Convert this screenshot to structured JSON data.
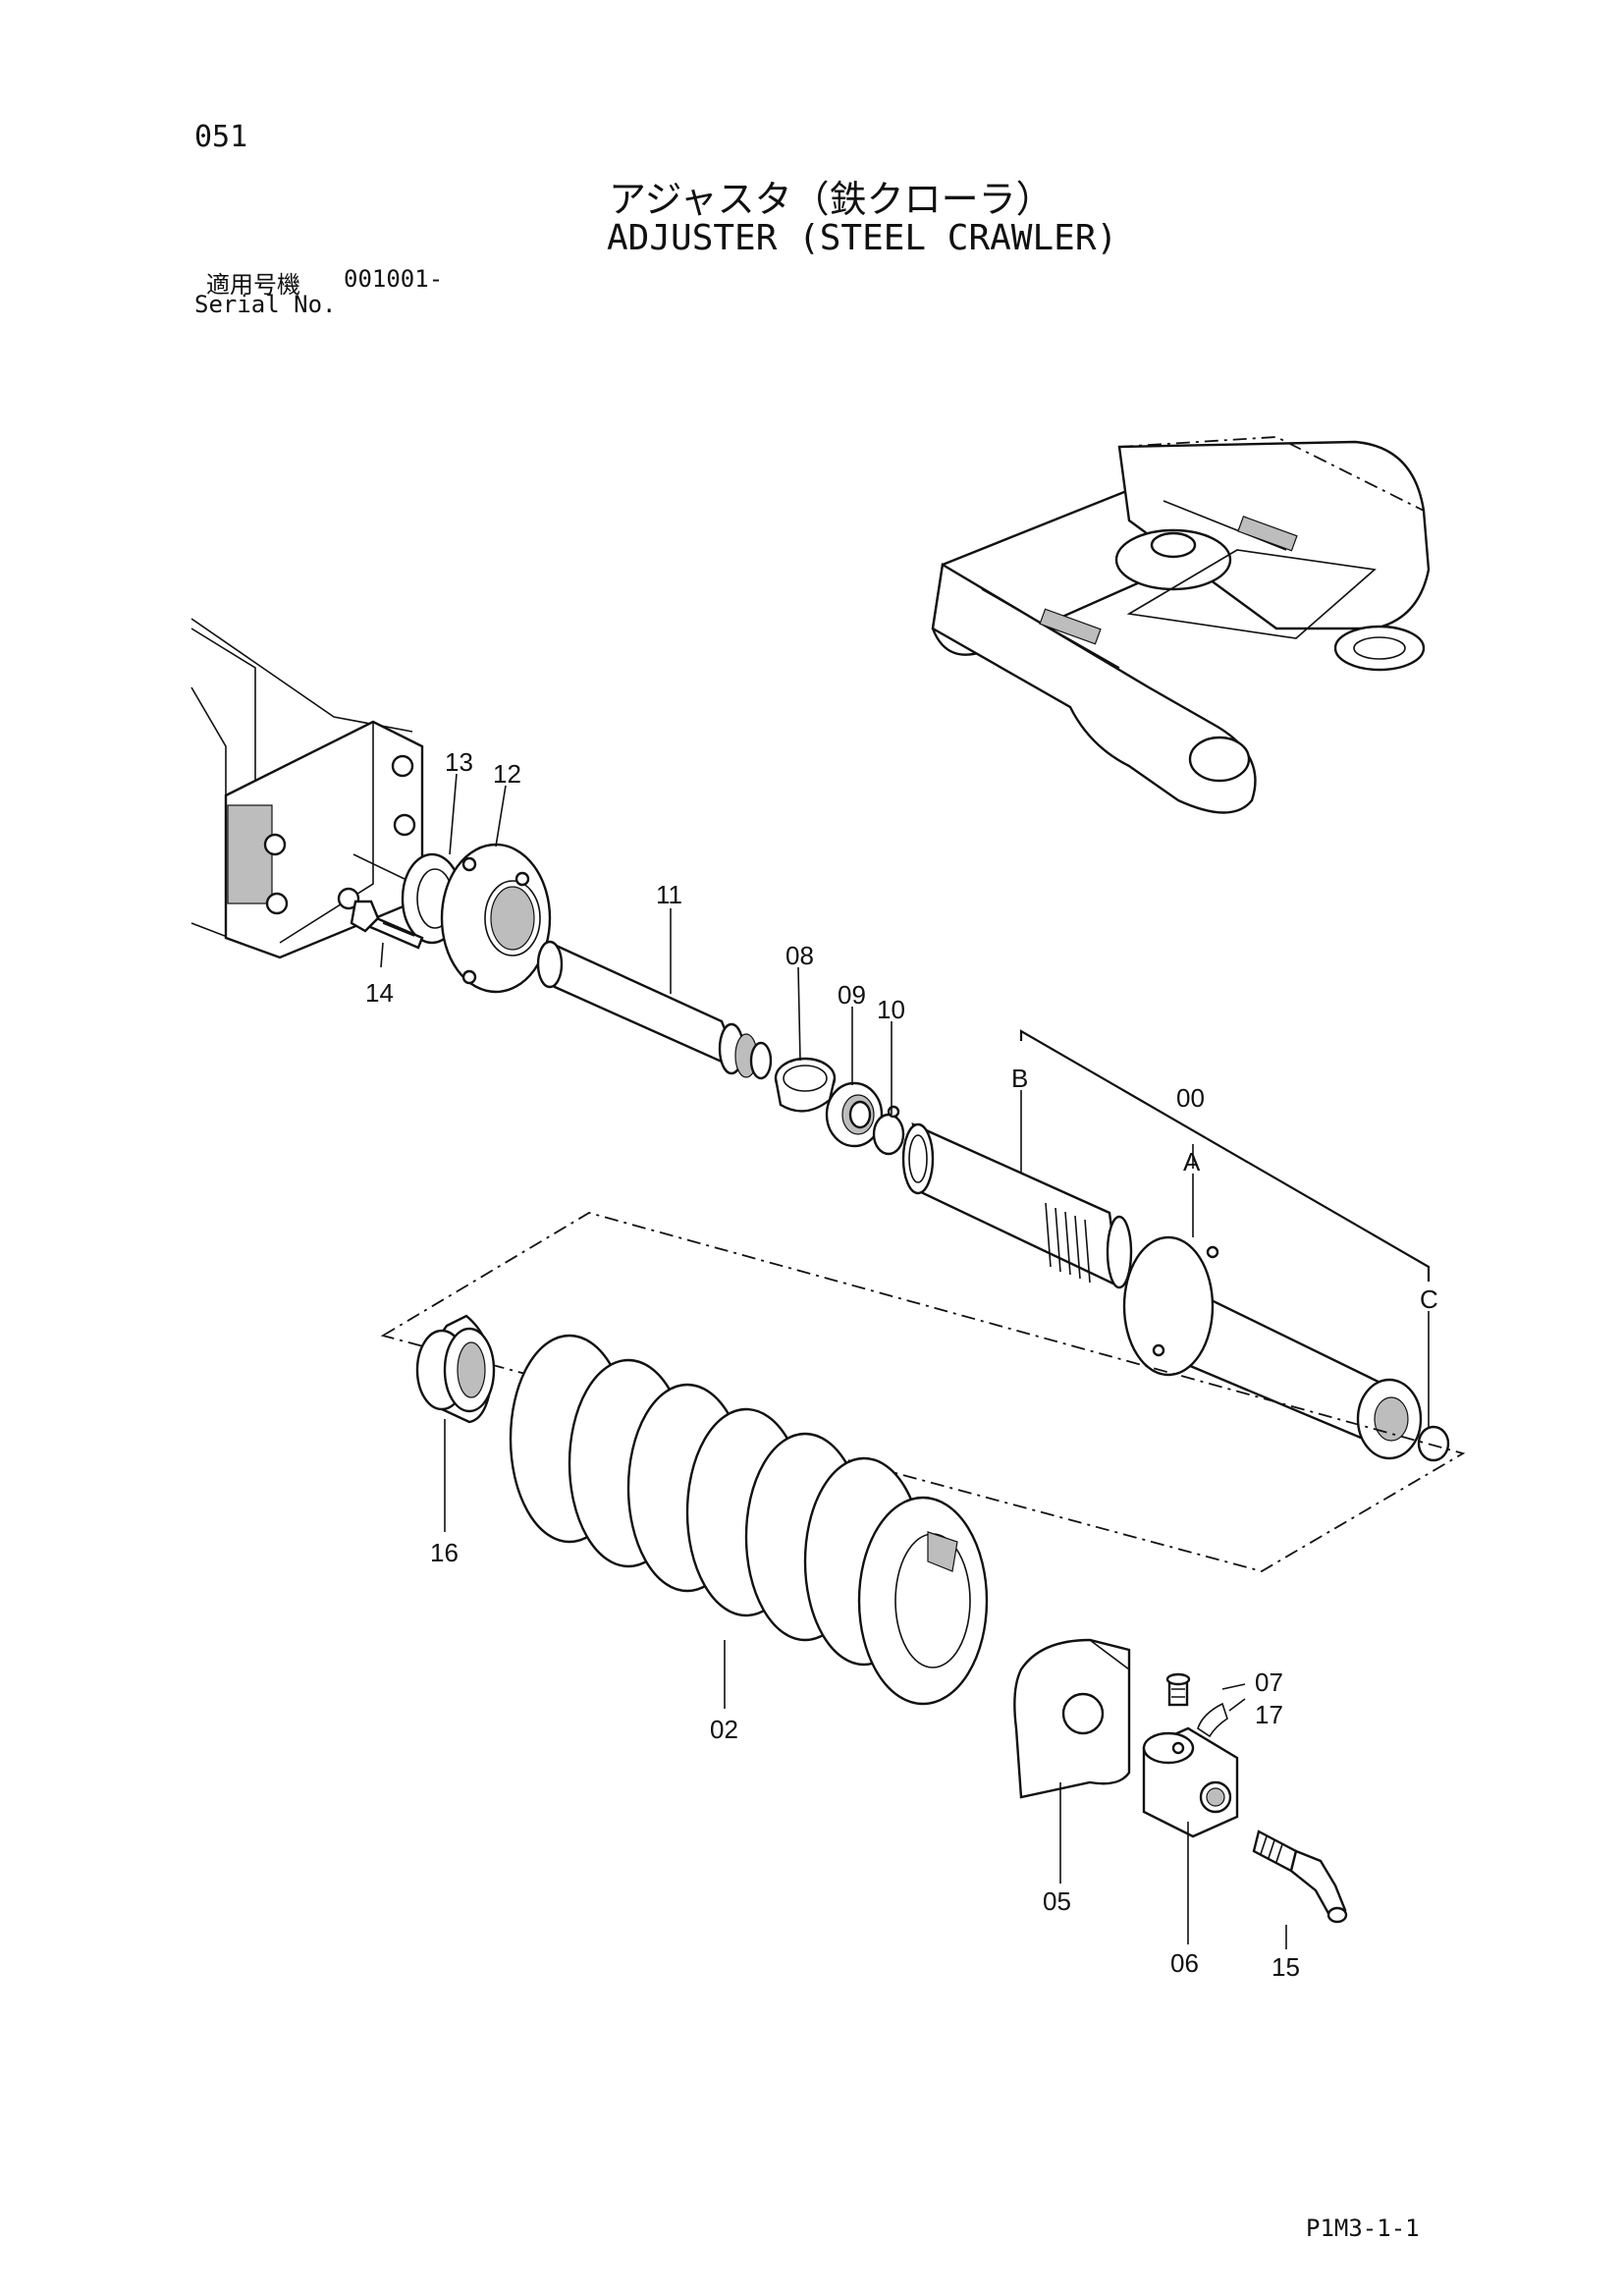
{
  "page_number": "051",
  "title_jp": "アジャスタ（鉄クローラ）",
  "title_en": "ADJUSTER (STEEL CRAWLER)",
  "serial": {
    "label_jp": "適用号機",
    "value": "001001-",
    "label_en": "Serial No."
  },
  "page_code": "P1M3-1-1",
  "callouts": {
    "c13": "13",
    "c12": "12",
    "c14": "14",
    "c11": "11",
    "c08": "08",
    "c09": "09",
    "c10": "10",
    "cB": "B",
    "c00": "00",
    "cA": "A",
    "cC": "C",
    "c16": "16",
    "c02": "02",
    "c07": "07",
    "c17": "17",
    "c05": "05",
    "c06": "06",
    "c15": "15"
  }
}
